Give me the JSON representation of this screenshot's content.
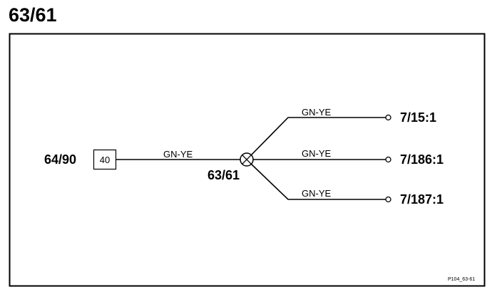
{
  "page_title": "63/61",
  "connector": {
    "id": "64/90",
    "pin": "40"
  },
  "splice": {
    "id": "63/61"
  },
  "wires": {
    "main": "GN-YE",
    "top": "GN-YE",
    "middle": "GN-YE",
    "bottom": "GN-YE"
  },
  "endpoints": {
    "top": "7/15:1",
    "middle": "7/186:1",
    "bottom": "7/187:1"
  },
  "footer_ref": "P104_63-61",
  "colors": {
    "line": "#000000",
    "background": "#ffffff"
  }
}
